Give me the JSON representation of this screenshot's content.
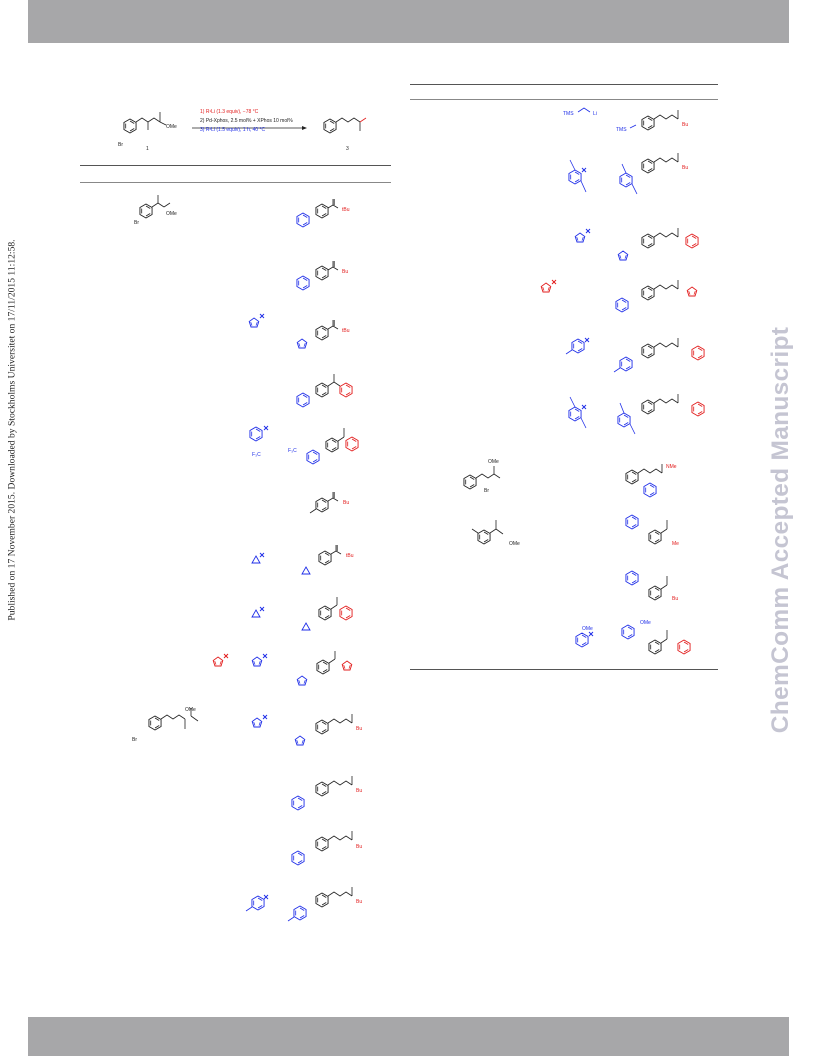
{
  "header": {},
  "footer": {},
  "side_note": "Published on 17 November 2015. Downloaded by Stockholms Universitet on 17/11/2015 11:12:58.",
  "watermark": "ChemComm Accepted Manuscript",
  "scheme": {
    "conditions": [
      "1) R¹Li (1.3 equiv), −78 °C",
      "2) Pd-Xphos, 2.5 mol% + XPhos 10 mol%",
      "3) R²Li (1.5 equiv), 1 h, 40 °C"
    ],
    "start_label": "1",
    "product_label": "3"
  },
  "colors": {
    "blue": "#1f2ee8",
    "red": "#e21b1b",
    "bond": "#222222",
    "bar": "#a7a7a9",
    "watermark": "#c5c5d2"
  },
  "glyphs": {
    "br": "Br",
    "ome": "OMe",
    "o": "O",
    "n": "N",
    "tms": "TMS",
    "li": "Li",
    "cf3": "F₃C",
    "nme": "NMe",
    "tbu": "tBu",
    "bu": "Bu",
    "me": "Me"
  }
}
